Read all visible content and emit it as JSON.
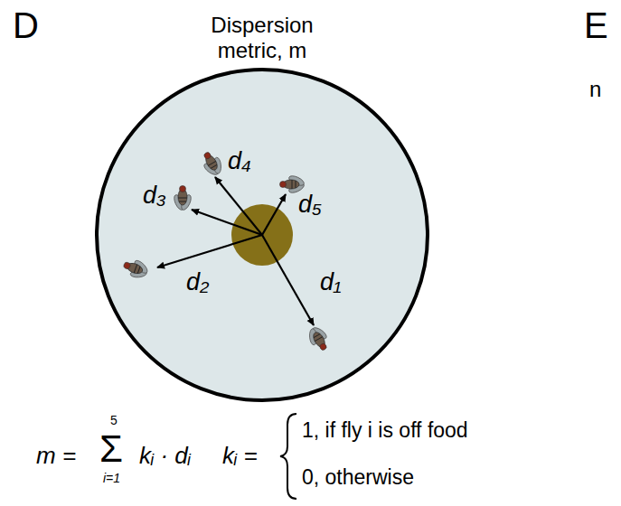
{
  "diagram": {
    "labels": [
      "D",
      "Dispersion metric, m",
      "E",
      "n",
      "d₄",
      "d₅",
      "d₃",
      "d₂",
      "d₁",
      "m =",
      "5",
      "Σ",
      "i=1",
      "kᵢ · dᵢ",
      "kᵢ =",
      "1, if fly i is off food",
      "0, otherwise"
    ]
  }
}
